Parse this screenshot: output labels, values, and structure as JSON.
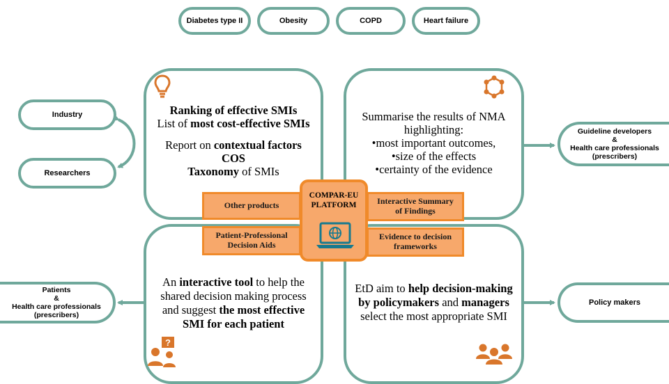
{
  "conditions": [
    "Diabetes type II",
    "Obesity",
    "COPD",
    "Heart failure"
  ],
  "left_targets": {
    "industry": "Industry",
    "researchers": "Researchers"
  },
  "right_top_target": {
    "line1": "Guideline developers",
    "line2": "&",
    "line3": "Health care professionals",
    "line4": "(prescribers)"
  },
  "left_bottom_target": {
    "line1": "Patients",
    "line2": "&",
    "line3": "Health care professionals",
    "line4": "(prescribers)"
  },
  "right_bottom_target": "Policy makers",
  "panel_tl": {
    "line1_bold": "Ranking of effective SMIs",
    "line2_plain": "List of ",
    "line2_bold": "most cost-effective SMIs",
    "line3_plain": "Report on ",
    "line3_bold": "contextual factors",
    "line4_bold": "COS",
    "line5_bold": "Taxonomy",
    "line5_plain": " of SMIs"
  },
  "panel_tr": {
    "line1": "Summarise the results of NMA",
    "line2": "highlighting:",
    "line3": "•most important outcomes,",
    "line4": "•size of the effects",
    "line5": "•certainty of the evidence"
  },
  "panel_bl": {
    "line1_plain": "An ",
    "line1_bold": "interactive tool",
    "line1_tail": " to help the",
    "line2": "shared decision making  process",
    "line3_plain": "and suggest  ",
    "line3_bold": "the most effective",
    "line4_bold": "SMI for each patient"
  },
  "panel_br": {
    "line1_plain": "EtD aim to ",
    "line1_bold": "help decision-making",
    "line2_bold_a": "by policymakers",
    "line2_plain": "  and ",
    "line2_bold_b": "managers",
    "line3": "select the most appropriate SMI"
  },
  "products": {
    "other": "Other products",
    "isof_line1": "Interactive Summary",
    "isof_line2": "of Findings",
    "pda_line1": "Patient-Professional",
    "pda_line2": "Decision Aids",
    "etd_line1": "Evidence to decision",
    "etd_line2": "frameworks"
  },
  "platform": {
    "line1": "COMPAR-EU",
    "line2": "PLATFORM"
  },
  "colors": {
    "teal": "#6fa89b",
    "orange": "#f08a2a",
    "orange_fill": "#f7a86b",
    "icon_orange": "#d9762b"
  },
  "icons": [
    "lightbulb-icon",
    "network-icon",
    "question-person-icon",
    "group-icon",
    "laptop-globe-icon"
  ]
}
